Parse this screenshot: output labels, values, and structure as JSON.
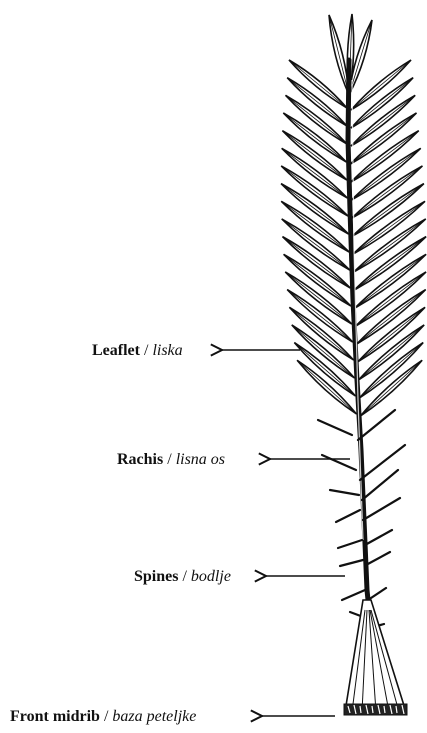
{
  "labels": {
    "leaflet": {
      "name": "Leaflet",
      "sep": " / ",
      "translation": "liska"
    },
    "rachis": {
      "name": "Rachis",
      "sep": " / ",
      "translation": "lisna os"
    },
    "spines": {
      "name": "Spines",
      "sep": " / ",
      "translation": "bodlje"
    },
    "front_midrib": {
      "name": "Front midrib",
      "sep": " / ",
      "translation": "baza peteljke"
    }
  },
  "colors": {
    "ink": "#111111",
    "paper": "#ffffff"
  }
}
